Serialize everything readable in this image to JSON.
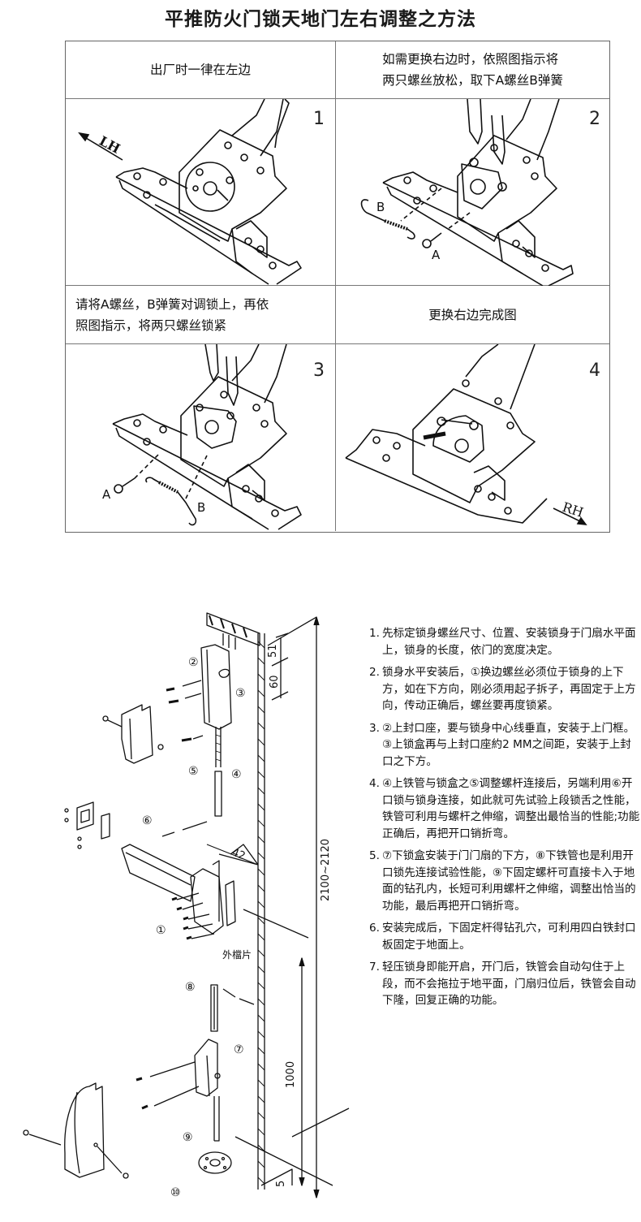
{
  "title": "平推防火门锁天地门左右调整之方法",
  "table": {
    "cells": [
      {
        "id": "step1",
        "caption": "出厂时一律在左边",
        "panel_number": "1",
        "direction_label": "LH"
      },
      {
        "id": "step2",
        "caption_lines": [
          "如需更换右边时，依照图指示将",
          "两只螺丝放松，取下A螺丝B弹簧"
        ],
        "panel_number": "2",
        "part_labels": [
          "A",
          "B"
        ]
      },
      {
        "id": "step3",
        "caption_lines": [
          "请将A螺丝，B弹簧对调锁上，再依",
          "照图指示，将两只螺丝锁紧"
        ],
        "panel_number": "3",
        "part_labels": [
          "A",
          "B"
        ]
      },
      {
        "id": "step4",
        "caption": "更换右边完成图",
        "panel_number": "4",
        "direction_label": "RH"
      }
    ]
  },
  "exploded_diagram": {
    "part_callouts": [
      "①",
      "②",
      "③",
      "④",
      "⑤",
      "⑥",
      "⑦",
      "⑧",
      "⑨",
      "⑩"
    ],
    "dimensions": {
      "top_gap": "51",
      "upper_offset": "60",
      "bar_offset": "42",
      "height_range": "2100~2120",
      "lower_height": "1000",
      "floor_gap": "5"
    },
    "outer_plate_label": "外檔片"
  },
  "instructions": [
    {
      "no": "1.",
      "text": "先标定锁身螺丝尺寸、位置、安装锁身于门扇水平面上，锁身的长度，依门的宽度决定。"
    },
    {
      "no": "2.",
      "text": "锁身水平安装后，①换边螺丝必须位于锁身的上下方，如在下方向，刚必须用起子拆子，再固定于上方向，传动正确后，螺丝要再度锁紧。"
    },
    {
      "no": "3.",
      "text": "②上封口座，要与锁身中心线垂直，安装于上门框。③上锁盒再与上封口座約2 MM之间距，安装于上封口之下方。"
    },
    {
      "no": "4.",
      "text": "④上铁管与锁盒之⑤调整螺杆连接后，另端利用⑥开口锁与锁身连接，如此就可先试验上段锁舌之性能，铁管可利用与螺杆之伸缩，调整出最恰当的性能;功能正确后，再把开口销折弯。"
    },
    {
      "no": "5.",
      "text": "⑦下锁盒安装于门门扇的下方，⑧下铁管也是利用开口锁先连接试验性能，⑨下固定螺杆可直接卡入于地面的钻孔内，长短可利用螺杆之伸缩，调整出恰当的功能，最后再把开口销折弯。"
    },
    {
      "no": "6.",
      "text": "安装完成后，下固定杆得钻孔穴，可利用四白铁封口板固定于地面上。"
    },
    {
      "no": "7.",
      "text": "轻压锁身即能开启，开门后，铁管会自动勾住于上段，而不会拖拉于地平面，门扇归位后，铁管会自动下隆，回复正确的功能。"
    }
  ]
}
